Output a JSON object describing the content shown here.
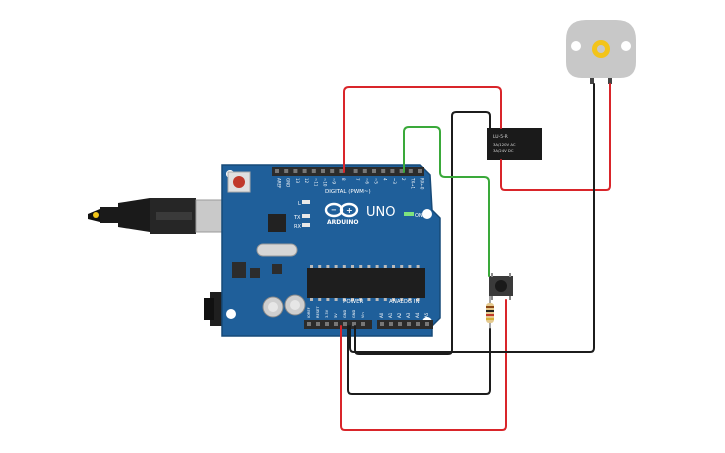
{
  "board": {
    "brand": "UNO",
    "maker": "ARDUINO",
    "digital_label": "DIGITAL (PWM~)",
    "power_label": "POWER",
    "analog_label": "ANALOG IN",
    "on_label": "ON",
    "led_l": "L",
    "led_tx": "TX",
    "led_rx": "RX",
    "digital_pins": [
      "AREF",
      "GND",
      "13",
      "12",
      "~11",
      "~10",
      "~9",
      "8",
      "7",
      "~6",
      "~5",
      "4",
      "~3",
      "2",
      "TX→1",
      "RX←0"
    ],
    "power_pins": [
      "IOREF",
      "RESET",
      "3.3V",
      "5V",
      "GND",
      "GND",
      "Vin"
    ],
    "analog_pins": [
      "A0",
      "A1",
      "A2",
      "A3",
      "A4",
      "A5"
    ]
  },
  "relay": {
    "line1": "LU-5-R",
    "line2": "3A/120V AC",
    "line3": "3A/24V DC"
  },
  "colors": {
    "board": "#1f5f9a",
    "wire_red": "#d9252a",
    "wire_black": "#1c1c1c",
    "wire_green": "#3aa93a"
  },
  "icons": {
    "motor": "dc-motor-icon",
    "usb": "usb-cable-icon",
    "button": "pushbutton-icon",
    "resistor": "resistor-icon",
    "relay": "relay-icon"
  }
}
